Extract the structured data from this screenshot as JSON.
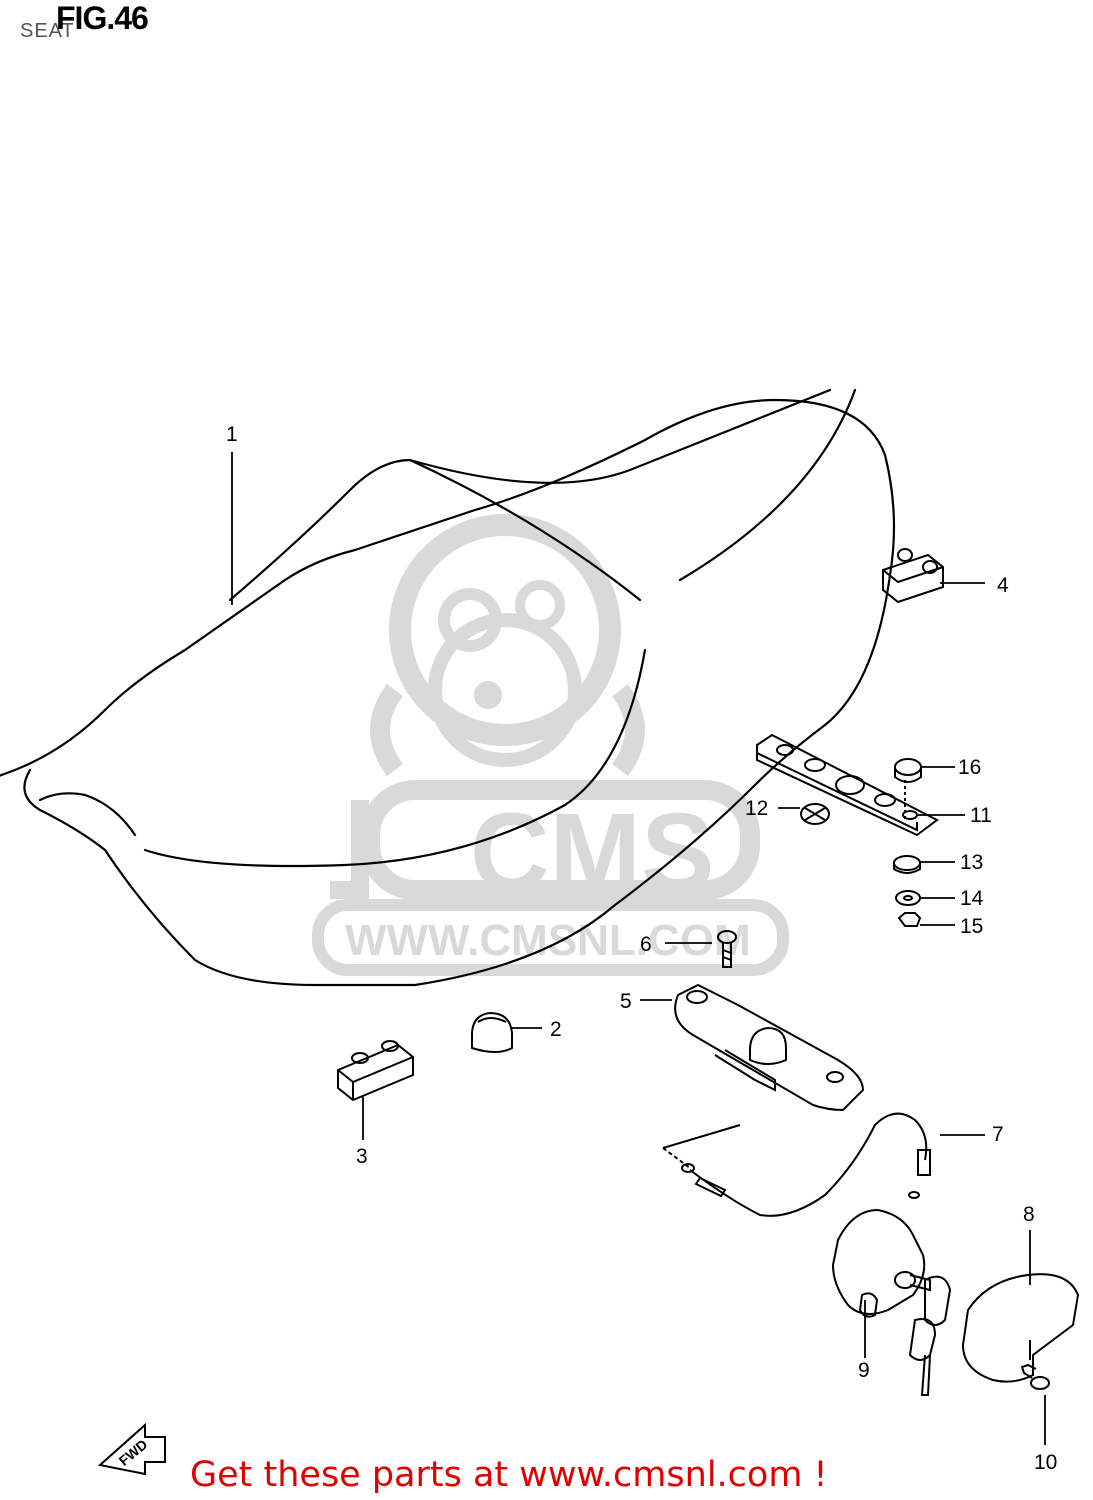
{
  "header": {
    "figure_label": "FIG.46",
    "section_title": "SEAT"
  },
  "watermark": {
    "brand": "CMS",
    "url": "WWW.CMSNL.COM",
    "color": "#d9d9d9"
  },
  "direction_arrow": {
    "label": "FWD"
  },
  "callouts": [
    "1",
    "2",
    "3",
    "4",
    "5",
    "6",
    "7",
    "8",
    "9",
    "10",
    "11",
    "12",
    "13",
    "14",
    "15",
    "16"
  ],
  "footer": {
    "text": "Get these parts at www.cmsnl.com !",
    "color": "#e00000"
  }
}
